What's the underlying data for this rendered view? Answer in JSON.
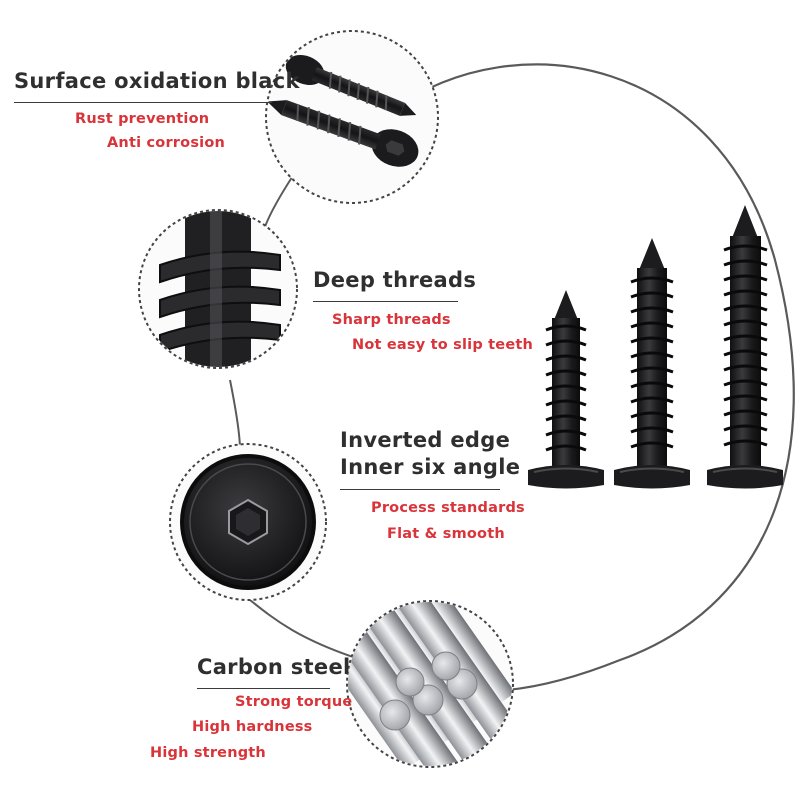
{
  "features": [
    {
      "title": "Surface oxidation black",
      "points": [
        "Rust prevention",
        "Anti corrosion"
      ]
    },
    {
      "title": "Deep threads",
      "points": [
        "Sharp threads",
        "Not easy to slip teeth"
      ]
    },
    {
      "title_lines": [
        "Inverted edge",
        "Inner six angle"
      ],
      "points": [
        "Process standards",
        "Flat & smooth"
      ]
    },
    {
      "title": "Carbon steel",
      "points": [
        "Strong torque",
        "High hardness",
        "High strength"
      ]
    }
  ],
  "colors": {
    "heading": "#2f2f2f",
    "accent": "#d9343a",
    "screw": "#1c1c1e",
    "line": "#555555"
  },
  "images": {
    "inset_1": "black-pan-head-screws-photo",
    "inset_2": "deep-thread-closeup-photo",
    "inset_3": "hex-socket-head-photo",
    "inset_4": "carbon-steel-rods-photo",
    "main": "three-black-self-tapping-screws"
  }
}
